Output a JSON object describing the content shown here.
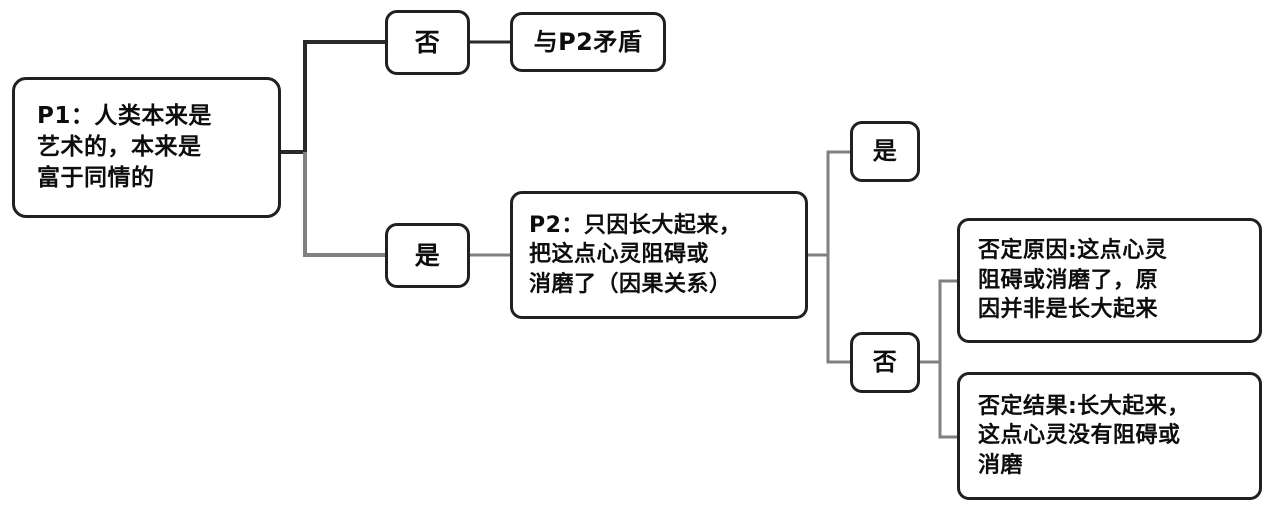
{
  "diagram": {
    "type": "decision-tree",
    "title": "",
    "orientation": "left-to-right",
    "colors": {
      "node_border": "#231f20",
      "node_fill": "#ffffff",
      "edge_dark": "#2a2a2a",
      "edge_gray": "#808080",
      "text": "#0d0d0d",
      "background": "#ffffff"
    },
    "nodes": {
      "p1": "P1：人类本来是\n艺术的，本来是\n富于同情的",
      "no_1": "否",
      "yes_1": "是",
      "contradiction": "与P2矛盾",
      "p2": "P2：只因长大起来，\n把这点心灵阻碍或\n消磨了（因果关系）",
      "yes_2": "是",
      "no_2": "否",
      "deny_cause": "否定原因:这点心灵\n阻碍或消磨了，原\n因并非是长大起来",
      "deny_effect": "否定结果:长大起来，\n这点心灵没有阻碍或\n消磨"
    },
    "edges": [
      {
        "from": "p1",
        "to": "no_1",
        "style": "elbow",
        "color": "#2a2a2a"
      },
      {
        "from": "p1",
        "to": "yes_1",
        "style": "elbow",
        "color": "#808080"
      },
      {
        "from": "no_1",
        "to": "contradiction",
        "style": "straight",
        "color": "#2a2a2a"
      },
      {
        "from": "yes_1",
        "to": "p2",
        "style": "straight",
        "color": "#808080"
      },
      {
        "from": "p2",
        "to": "yes_2",
        "style": "elbow",
        "color": "#808080"
      },
      {
        "from": "p2",
        "to": "no_2",
        "style": "elbow",
        "color": "#808080"
      },
      {
        "from": "no_2",
        "to": "deny_cause",
        "style": "elbow",
        "color": "#808080"
      },
      {
        "from": "no_2",
        "to": "deny_effect",
        "style": "elbow",
        "color": "#808080"
      }
    ]
  }
}
